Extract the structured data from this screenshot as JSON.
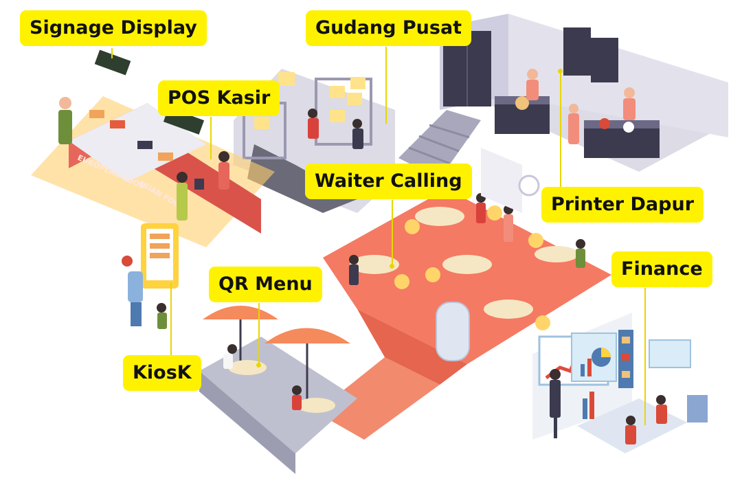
{
  "labels": {
    "signage": "Signage Display",
    "gudang": "Gudang Pusat",
    "pos": "POS Kasir",
    "waiter": "Waiter Calling",
    "printer": "Printer Dapur",
    "finance": "Finance",
    "qr": "QR Menu",
    "kiosk": "KiosK"
  },
  "signage_text": {
    "european": "EUROPEAN FOOD",
    "asian": "ASIAN FOOD"
  },
  "colors": {
    "label_bg": "#fff200",
    "floor": "#f47a63",
    "counter": "#e7665b",
    "wall": "#c9c7d8",
    "dark_equipment": "#3c3a4e"
  }
}
